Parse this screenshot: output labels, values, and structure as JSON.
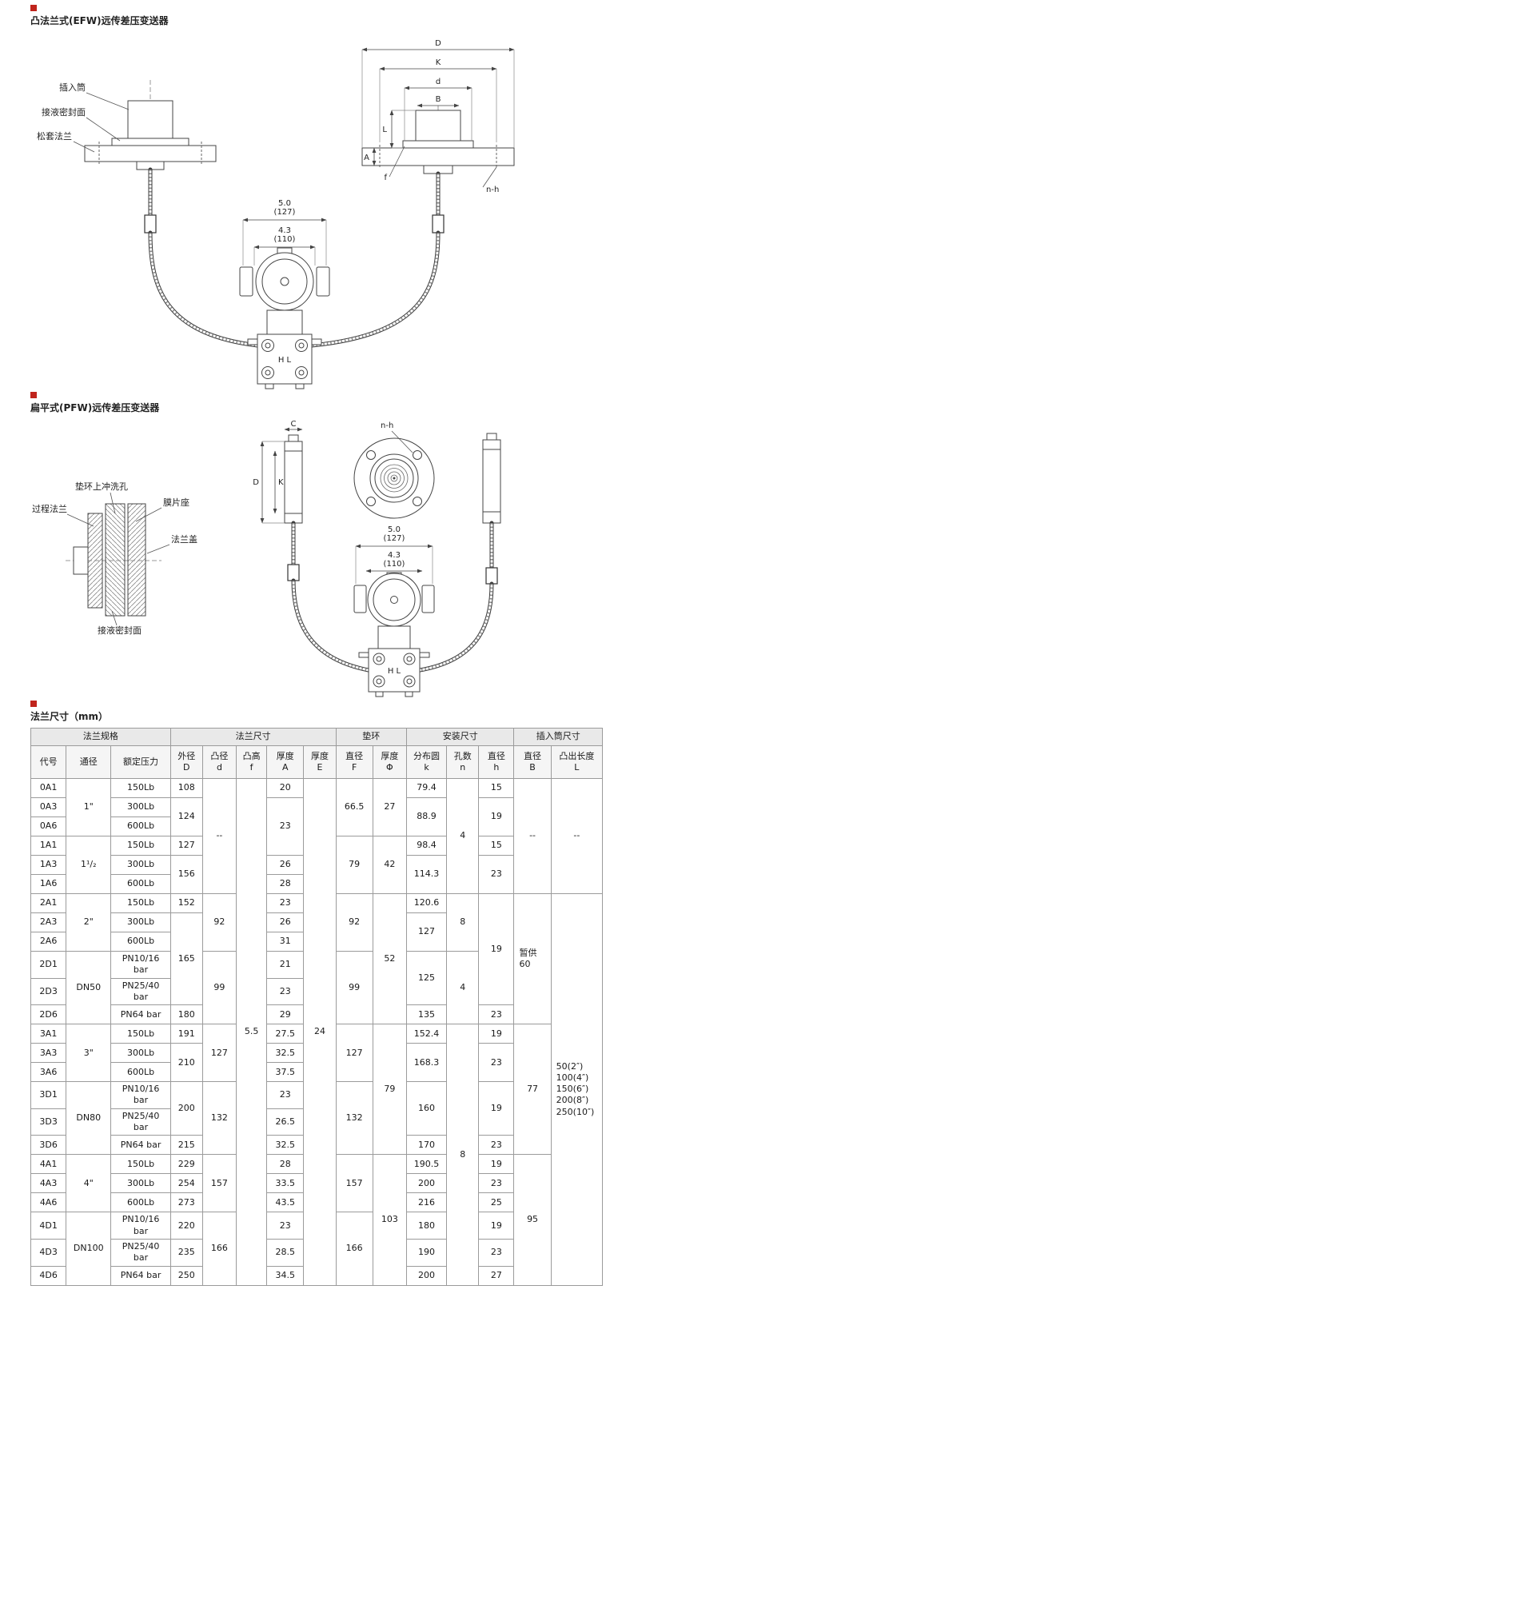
{
  "accent": "#c0241c",
  "efw": {
    "title": "凸法兰式(EFW)远传差压变送器",
    "labels": {
      "insert_tube": "插入筒",
      "seal_face": "接液密封面",
      "loose_flange": "松套法兰"
    },
    "dims": {
      "D": "D",
      "K": "K",
      "d": "d",
      "B": "B",
      "L": "L",
      "A": "A",
      "f": "f",
      "nh": "n-h",
      "w1": "5.0",
      "w1p": "(127)",
      "w2": "4.3",
      "w2p": "(110)",
      "hl": "H L"
    }
  },
  "pfw": {
    "title": "扁平式(PFW)远传差压变送器",
    "labels": {
      "process_flange": "过程法兰",
      "flush_hole": "垫环上冲洗孔",
      "diaphragm_seat": "膜片座",
      "flange_cover": "法兰盖",
      "seal_face": "接液密封面"
    },
    "dims": {
      "C": "C",
      "D": "D",
      "K": "K",
      "nh": "n-h",
      "w1": "5.0",
      "w1p": "(127)",
      "w2": "4.3",
      "w2p": "(110)",
      "hl": "H L"
    }
  },
  "flange_table": {
    "title": "法兰尺寸（mm）",
    "header_groups": [
      {
        "label": "法兰规格",
        "span": 3
      },
      {
        "label": "法兰尺寸",
        "span": 5
      },
      {
        "label": "垫环",
        "span": 2
      },
      {
        "label": "安装尺寸",
        "span": 3
      },
      {
        "label": "插入筒尺寸",
        "span": 2
      }
    ],
    "columns": [
      {
        "l1": "代号",
        "l2": ""
      },
      {
        "l1": "通径",
        "l2": ""
      },
      {
        "l1": "额定压力",
        "l2": ""
      },
      {
        "l1": "外径",
        "l2": "D"
      },
      {
        "l1": "凸径",
        "l2": "d"
      },
      {
        "l1": "凸高",
        "l2": "f"
      },
      {
        "l1": "厚度",
        "l2": "A"
      },
      {
        "l1": "厚度",
        "l2": "E"
      },
      {
        "l1": "直径",
        "l2": "F"
      },
      {
        "l1": "厚度",
        "l2": "Φ"
      },
      {
        "l1": "分布圆",
        "l2": "k"
      },
      {
        "l1": "孔数",
        "l2": "n"
      },
      {
        "l1": "直径",
        "l2": "h"
      },
      {
        "l1": "直径",
        "l2": "B"
      },
      {
        "l1": "凸出长度",
        "l2": "L"
      }
    ],
    "rows": [
      [
        {
          "t": "0A1"
        },
        {
          "t": "1\"",
          "rs": 3
        },
        {
          "t": "150Lb"
        },
        {
          "t": "108"
        },
        {
          "t": "--",
          "rs": 6
        },
        {
          "t": "5.5",
          "rs": 24
        },
        {
          "t": "20"
        },
        {
          "t": "24",
          "rs": 24
        },
        {
          "t": "66.5",
          "rs": 3
        },
        {
          "t": "27",
          "rs": 3
        },
        {
          "t": "79.4"
        },
        {
          "t": "4",
          "rs": 6
        },
        {
          "t": "15"
        },
        {
          "t": "--",
          "rs": 6
        },
        {
          "t": "--",
          "rs": 6
        }
      ],
      [
        {
          "t": "0A3"
        },
        {
          "t": "300Lb"
        },
        {
          "t": "124",
          "rs": 2
        },
        {
          "t": "23",
          "rs": 3
        },
        {
          "t": "88.9",
          "rs": 2
        },
        {
          "t": "19",
          "rs": 2
        }
      ],
      [
        {
          "t": "0A6"
        },
        {
          "t": "600Lb"
        }
      ],
      [
        {
          "t": "1A1"
        },
        {
          "t": "1¹/₂",
          "rs": 3
        },
        {
          "t": "150Lb"
        },
        {
          "t": "127"
        },
        {
          "t": "79",
          "rs": 3
        },
        {
          "t": "42",
          "rs": 3
        },
        {
          "t": "98.4"
        },
        {
          "t": "15"
        }
      ],
      [
        {
          "t": "1A3"
        },
        {
          "t": "300Lb"
        },
        {
          "t": "156",
          "rs": 2
        },
        {
          "t": "26"
        },
        {
          "t": "114.3",
          "rs": 2
        },
        {
          "t": "23",
          "rs": 2
        }
      ],
      [
        {
          "t": "1A6"
        },
        {
          "t": "600Lb"
        },
        {
          "t": "28"
        }
      ],
      [
        {
          "t": "2A1"
        },
        {
          "t": "2\"",
          "rs": 3
        },
        {
          "t": "150Lb"
        },
        {
          "t": "152"
        },
        {
          "t": "92",
          "rs": 3
        },
        {
          "t": "23"
        },
        {
          "t": "92",
          "rs": 3
        },
        {
          "t": "52",
          "rs": 6
        },
        {
          "t": "120.6"
        },
        {
          "t": "8",
          "rs": 3
        },
        {
          "t": "19",
          "rs": 5
        },
        {
          "lines": [
            "暂供",
            "60"
          ],
          "rs": 6,
          "align": "left"
        },
        {
          "lines": [
            "50(2″)",
            "100(4″)",
            "150(6″)",
            "200(8″)",
            "250(10″)"
          ],
          "rs": 18,
          "align": "left"
        }
      ],
      [
        {
          "t": "2A3"
        },
        {
          "t": "300Lb"
        },
        {
          "t": "165",
          "rs": 4
        },
        {
          "t": "26"
        },
        {
          "t": "127",
          "rs": 2
        }
      ],
      [
        {
          "t": "2A6"
        },
        {
          "t": "600Lb"
        },
        {
          "t": "31"
        }
      ],
      [
        {
          "t": "2D1"
        },
        {
          "t": "DN50",
          "rs": 3
        },
        {
          "t": "PN10/16 bar"
        },
        {
          "t": "99",
          "rs": 3
        },
        {
          "t": "21"
        },
        {
          "t": "99",
          "rs": 3
        },
        {
          "t": "125",
          "rs": 2
        },
        {
          "t": "4",
          "rs": 3
        }
      ],
      [
        {
          "t": "2D3"
        },
        {
          "t": "PN25/40 bar"
        },
        {
          "t": "23"
        }
      ],
      [
        {
          "t": "2D6"
        },
        {
          "t": "PN64 bar"
        },
        {
          "t": "180"
        },
        {
          "t": "29"
        },
        {
          "t": "135"
        },
        {
          "t": "23"
        }
      ],
      [
        {
          "t": "3A1"
        },
        {
          "t": "3\"",
          "rs": 3
        },
        {
          "t": "150Lb"
        },
        {
          "t": "191"
        },
        {
          "t": "127",
          "rs": 3
        },
        {
          "t": "27.5"
        },
        {
          "t": "127",
          "rs": 3
        },
        {
          "t": "79",
          "rs": 6
        },
        {
          "t": "152.4"
        },
        {
          "t": "8",
          "rs": 12
        },
        {
          "t": "19"
        },
        {
          "t": "77",
          "rs": 6
        }
      ],
      [
        {
          "t": "3A3"
        },
        {
          "t": "300Lb"
        },
        {
          "t": "210",
          "rs": 2
        },
        {
          "t": "32.5"
        },
        {
          "t": "168.3",
          "rs": 2
        },
        {
          "t": "23",
          "rs": 2
        }
      ],
      [
        {
          "t": "3A6"
        },
        {
          "t": "600Lb"
        },
        {
          "t": "37.5"
        }
      ],
      [
        {
          "t": "3D1"
        },
        {
          "t": "DN80",
          "rs": 3
        },
        {
          "t": "PN10/16 bar"
        },
        {
          "t": "200",
          "rs": 2
        },
        {
          "t": "132",
          "rs": 3
        },
        {
          "t": "23"
        },
        {
          "t": "132",
          "rs": 3
        },
        {
          "t": "160",
          "rs": 2
        },
        {
          "t": "19",
          "rs": 2
        }
      ],
      [
        {
          "t": "3D3"
        },
        {
          "t": "PN25/40 bar"
        },
        {
          "t": "26.5"
        }
      ],
      [
        {
          "t": "3D6"
        },
        {
          "t": "PN64 bar"
        },
        {
          "t": "215"
        },
        {
          "t": "32.5"
        },
        {
          "t": "170"
        },
        {
          "t": "23"
        }
      ],
      [
        {
          "t": "4A1"
        },
        {
          "t": "4\"",
          "rs": 3
        },
        {
          "t": "150Lb"
        },
        {
          "t": "229"
        },
        {
          "t": "157",
          "rs": 3
        },
        {
          "t": "28"
        },
        {
          "t": "157",
          "rs": 3
        },
        {
          "t": "103",
          "rs": 6
        },
        {
          "t": "190.5"
        },
        {
          "t": "19"
        },
        {
          "t": "95",
          "rs": 6
        }
      ],
      [
        {
          "t": "4A3"
        },
        {
          "t": "300Lb"
        },
        {
          "t": "254"
        },
        {
          "t": "33.5"
        },
        {
          "t": "200"
        },
        {
          "t": "23"
        }
      ],
      [
        {
          "t": "4A6"
        },
        {
          "t": "600Lb"
        },
        {
          "t": "273"
        },
        {
          "t": "43.5"
        },
        {
          "t": "216"
        },
        {
          "t": "25"
        }
      ],
      [
        {
          "t": "4D1"
        },
        {
          "t": "DN100",
          "rs": 3
        },
        {
          "t": "PN10/16 bar"
        },
        {
          "t": "220"
        },
        {
          "t": "166",
          "rs": 3
        },
        {
          "t": "23"
        },
        {
          "t": "166",
          "rs": 3
        },
        {
          "t": "180"
        },
        {
          "t": "19"
        }
      ],
      [
        {
          "t": "4D3"
        },
        {
          "t": "PN25/40 bar"
        },
        {
          "t": "235"
        },
        {
          "t": "28.5"
        },
        {
          "t": "190"
        },
        {
          "t": "23"
        }
      ],
      [
        {
          "t": "4D6"
        },
        {
          "t": "PN64 bar"
        },
        {
          "t": "250"
        },
        {
          "t": "34.5"
        },
        {
          "t": "200"
        },
        {
          "t": "27"
        }
      ]
    ]
  }
}
